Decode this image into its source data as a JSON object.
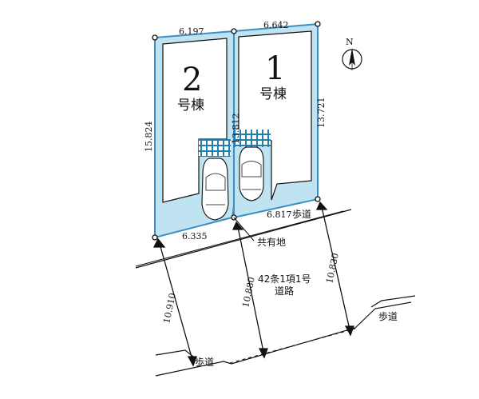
{
  "lot2": {
    "number": "2",
    "name": "号棟"
  },
  "lot1": {
    "number": "1",
    "name": "号棟"
  },
  "dimensions": {
    "lot2_top": "6.197",
    "lot1_top": "6.642",
    "lot2_left": "15.824",
    "lot1_right": "13.721",
    "lot2_bottom": "6.335",
    "lot1_bottom": "6.817",
    "divider": "13.812",
    "road_left": "10.910",
    "road_center": "10.880",
    "road_right": "10.830"
  },
  "labels": {
    "shared_land": "共有地",
    "road_line1": "42条1項1号",
    "road_line2": "道路",
    "sidewalk_right": "歩道",
    "sidewalk_far": "歩道",
    "sidewalk_bottom": "歩道"
  },
  "compass": {
    "label": "N"
  },
  "colors": {
    "lot_fill": "#bfe3f1",
    "lot_border": "#3b8fc4",
    "tile": "#1f7fae"
  }
}
